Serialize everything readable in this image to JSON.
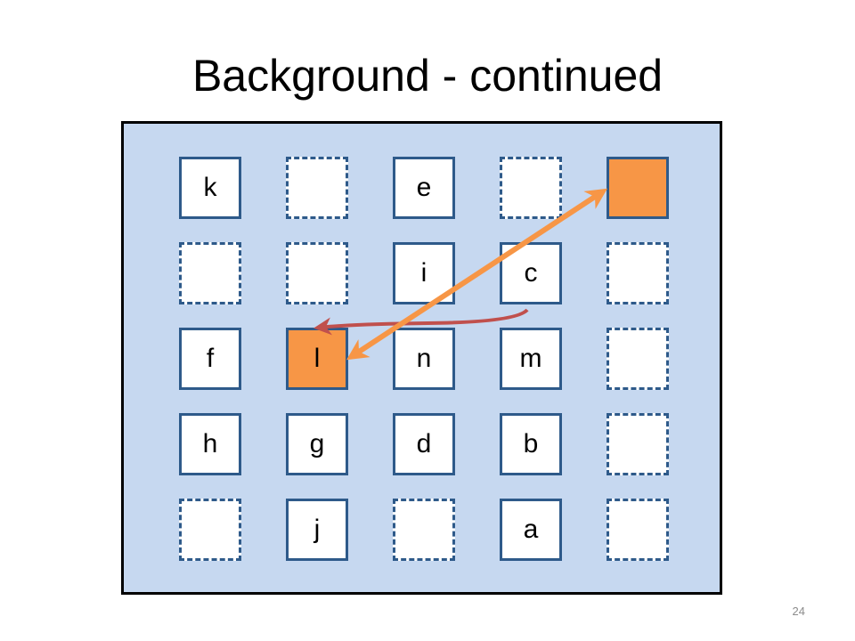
{
  "title": "Background - continued",
  "page_number": "24",
  "colors": {
    "board": "#c6d8f0",
    "cell_border": "#2e5a8a",
    "highlight": "#f79646",
    "red_arrow": "#c0504d",
    "orange_arrow": "#f79646"
  },
  "grid": {
    "rows": 5,
    "cols": 5,
    "cells": [
      {
        "label": "k",
        "kind": "filled"
      },
      {
        "label": "",
        "kind": "empty"
      },
      {
        "label": "e",
        "kind": "filled"
      },
      {
        "label": "",
        "kind": "empty"
      },
      {
        "label": "",
        "kind": "highlight"
      },
      {
        "label": "",
        "kind": "empty"
      },
      {
        "label": "",
        "kind": "empty"
      },
      {
        "label": "i",
        "kind": "filled"
      },
      {
        "label": "c",
        "kind": "filled"
      },
      {
        "label": "",
        "kind": "empty"
      },
      {
        "label": "f",
        "kind": "filled"
      },
      {
        "label": "l",
        "kind": "highlight"
      },
      {
        "label": "n",
        "kind": "filled"
      },
      {
        "label": "m",
        "kind": "filled"
      },
      {
        "label": "",
        "kind": "empty"
      },
      {
        "label": "h",
        "kind": "filled"
      },
      {
        "label": "g",
        "kind": "filled"
      },
      {
        "label": "d",
        "kind": "filled"
      },
      {
        "label": "b",
        "kind": "filled"
      },
      {
        "label": "",
        "kind": "empty"
      },
      {
        "label": "",
        "kind": "empty"
      },
      {
        "label": "j",
        "kind": "filled"
      },
      {
        "label": "",
        "kind": "empty"
      },
      {
        "label": "a",
        "kind": "filled"
      },
      {
        "label": "",
        "kind": "empty"
      }
    ]
  },
  "arrows": [
    {
      "name": "red-curved-arrow",
      "from_cell": "c",
      "to_cell": "l",
      "style": "curved-single-head"
    },
    {
      "name": "orange-double-arrow",
      "between": [
        "l",
        "top-right highlighted cell"
      ],
      "style": "straight-double-head"
    }
  ]
}
